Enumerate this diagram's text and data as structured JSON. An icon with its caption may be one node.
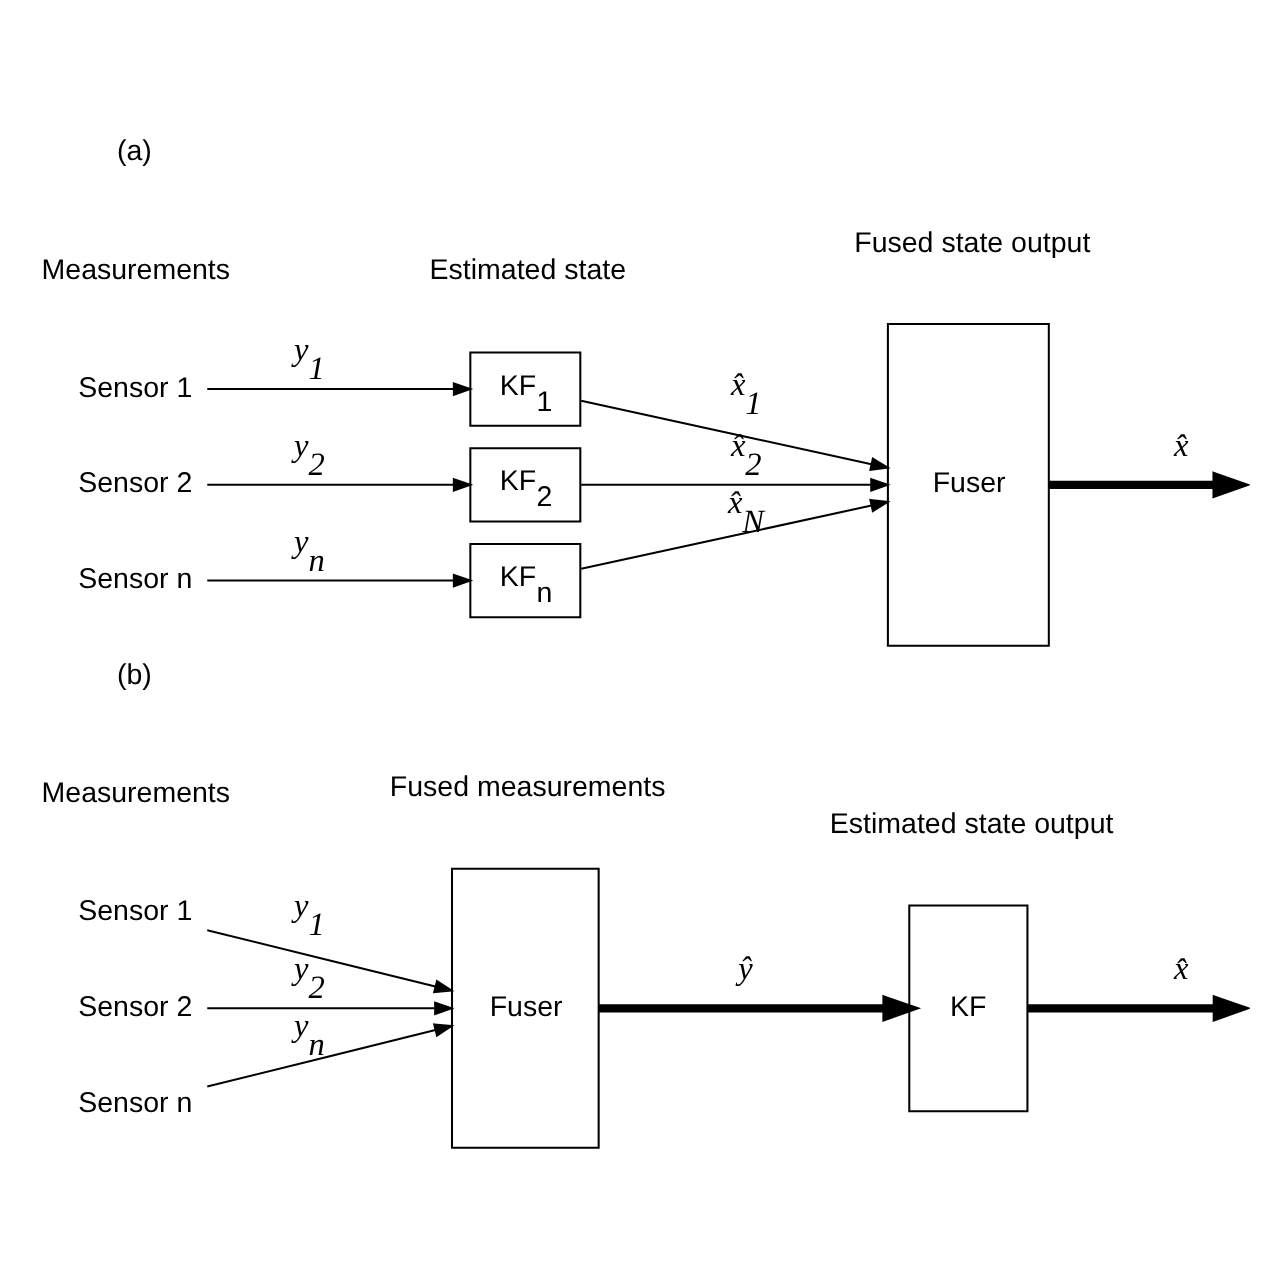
{
  "diagram": {
    "nodes": [
      {
        "text": [
          "Sensor 1"
        ]
      },
      {
        "text": [
          "Sensor 2"
        ]
      },
      {
        "text": [
          "Sensor n"
        ]
      },
      {
        "text": [
          "KF$_{1}$"
        ]
      },
      {
        "text": [
          "KF$_{2}$"
        ]
      },
      {
        "text": [
          "KF$_{n}$"
        ]
      },
      {
        "text": [
          "Fuser"
        ]
      },
      {
        "text": [
          "Sensor 1"
        ]
      },
      {
        "text": [
          "Sensor 2"
        ]
      },
      {
        "text": [
          "Sensor n"
        ]
      },
      {
        "text": [
          "Fuser"
        ]
      },
      {
        "text": [
          "KF"
        ]
      }
    ],
    "edges": [
      {
        "from": 0,
        "to": 3,
        "arrow": "to",
        "label": "y$_{1}$"
      },
      {
        "from": 1,
        "to": 4,
        "arrow": "to",
        "label": "y$_{2}$"
      },
      {
        "from": 2,
        "to": 5,
        "arrow": "to",
        "label": "y$_{n}$"
      },
      {
        "from": 3,
        "to": 6,
        "arrow": "to",
        "label": "x̂$_{1}$"
      },
      {
        "from": 4,
        "to": 6,
        "arrow": "to",
        "label": "x̂$_{2}$"
      },
      {
        "from": 5,
        "to": 6,
        "arrow": "to",
        "label": "x̂$_{N}$"
      },
      {
        "from": 6,
        "to": null,
        "arrow": "to",
        "label": "x̂",
        "style": "thick"
      },
      {
        "from": 7,
        "to": 10,
        "arrow": "to",
        "label": "y$_{1}$"
      },
      {
        "from": 8,
        "to": 10,
        "arrow": "to",
        "label": "y$_{2}$"
      },
      {
        "from": 9,
        "to": 10,
        "arrow": "to",
        "label": "y$_{n}$"
      },
      {
        "from": 10,
        "to": 11,
        "arrow": "to",
        "label": "ŷ",
        "style": "thick"
      },
      {
        "from": 11,
        "to": null,
        "arrow": "to",
        "label": "x̂",
        "style": "thick"
      }
    ],
    "labels": [
      "(a)",
      "Measurements",
      "Estimated state",
      "Fused state output",
      "(b)",
      "Measurements",
      "Fused measurements",
      "Estimated state output"
    ]
  }
}
